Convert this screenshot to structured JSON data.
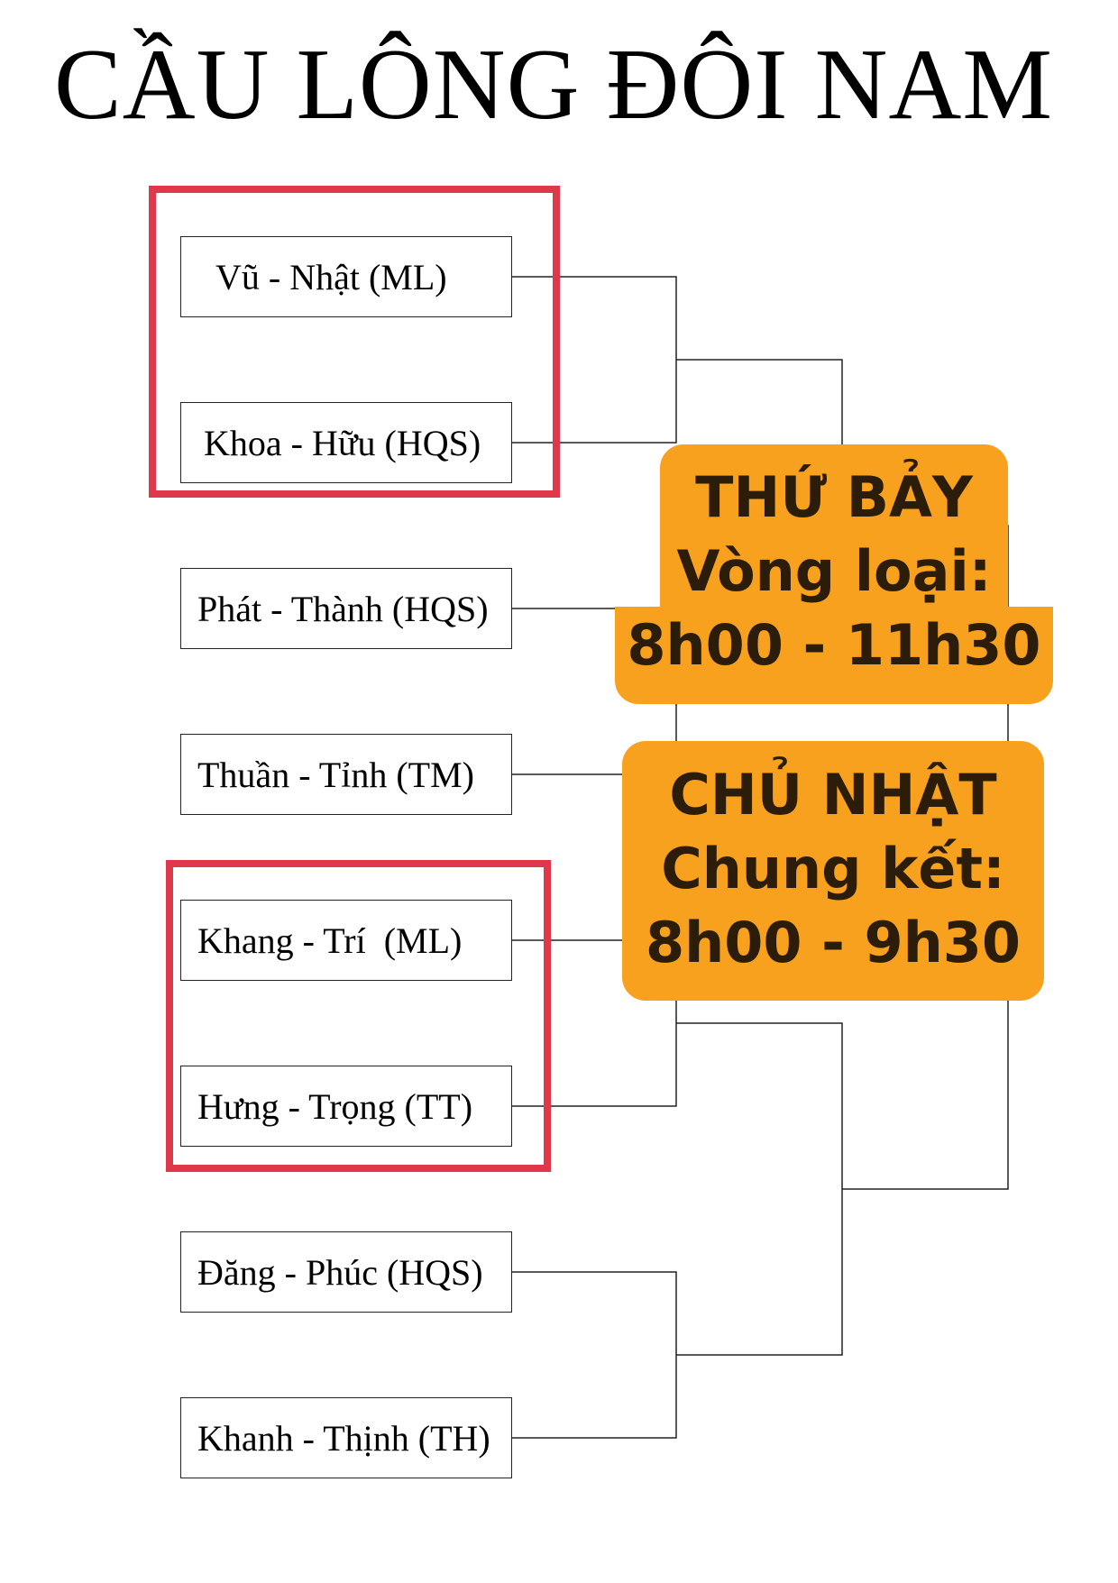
{
  "title": "CẦU LÔNG ĐÔI NAM",
  "teams": [
    "Vũ - Nhật (ML)",
    "Khoa - Hữu (HQS)",
    "Phát - Thành (HQS)",
    "Thuần - Tỉnh (TM)",
    "Khang - Trí  (ML)",
    "Hưng - Trọng (TT)",
    "Đăng - Phúc (HQS)",
    "Khanh - Thịnh (TH)"
  ],
  "saturday": {
    "day": "THỨ BẢY",
    "stage": "Vòng loại:",
    "time": "8h00 - 11h30"
  },
  "sunday": {
    "day": "CHỦ NHẬT",
    "stage": "Chung kết:",
    "time": "8h00 - 9h30"
  },
  "colors": {
    "highlight": "#e0384b",
    "callout": "#f7a11f",
    "callout_text": "#2b1d0a"
  }
}
